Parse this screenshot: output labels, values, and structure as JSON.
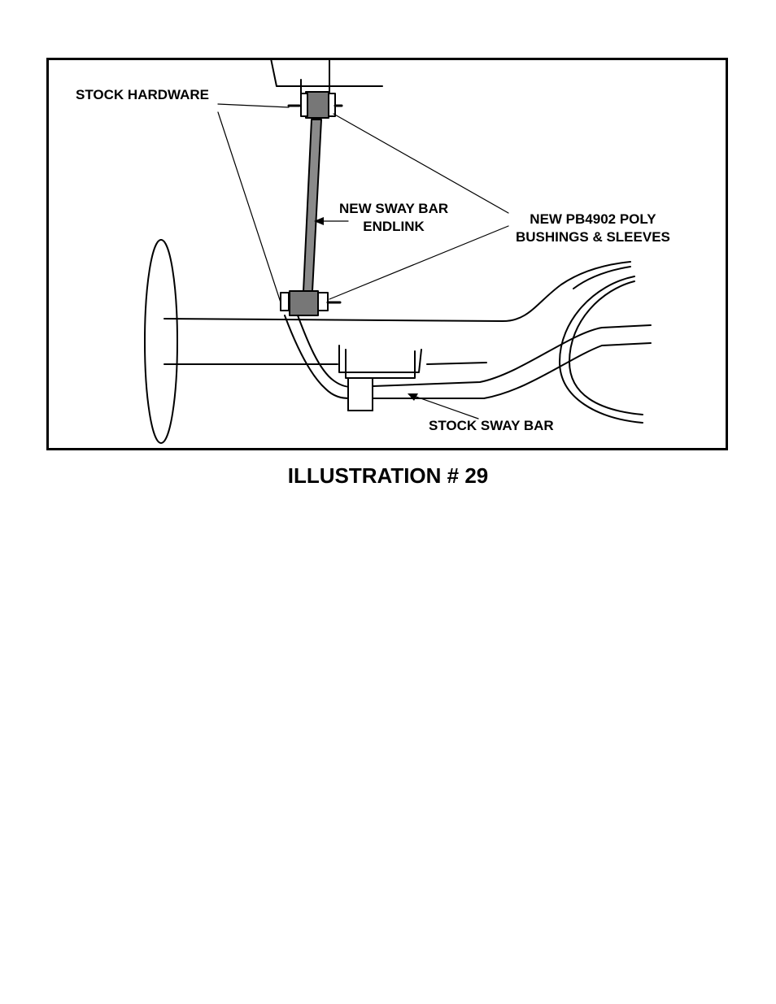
{
  "figure": {
    "labels": {
      "stock_hardware": "STOCK HARDWARE",
      "endlink_line1": "NEW SWAY BAR",
      "endlink_line2": "ENDLINK",
      "bushings_line1": "NEW PB4902 POLY",
      "bushings_line2": "BUSHINGS & SLEEVES",
      "stock_sway_bar": "STOCK SWAY BAR"
    }
  },
  "caption": "ILLUSTRATION # 29"
}
